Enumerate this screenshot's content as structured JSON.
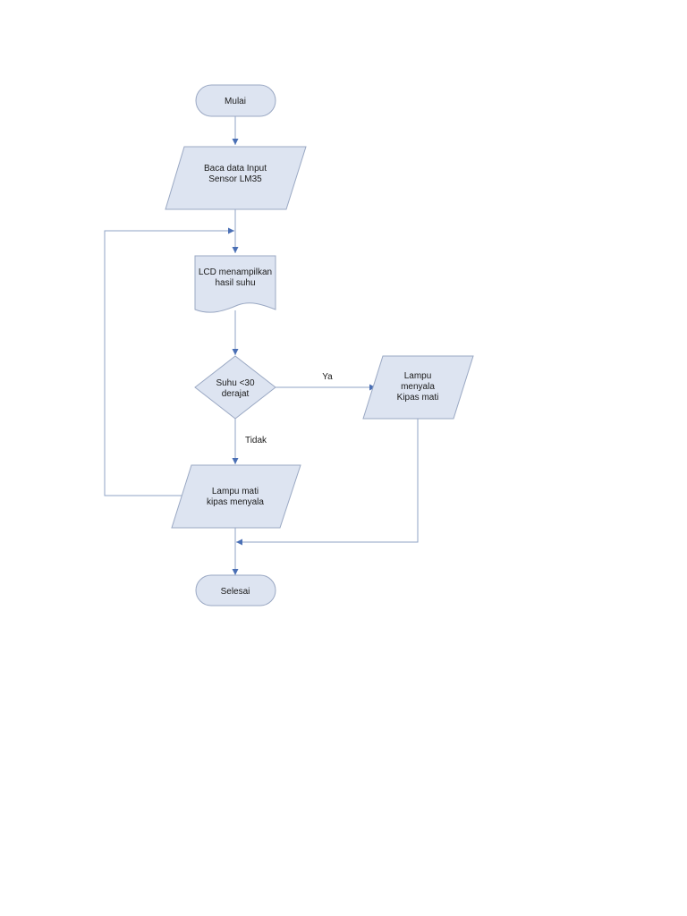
{
  "diagram": {
    "type": "flowchart",
    "colors": {
      "shape_fill": "#dde4f1",
      "shape_stroke": "#9aa8c3",
      "connector": "#8fa3c6",
      "arrowhead": "#4a6fb5",
      "text": "#1a1a1a"
    },
    "nodes": {
      "start": {
        "shape": "terminator",
        "label": "Mulai"
      },
      "read_input": {
        "shape": "data",
        "line1": "Baca data Input",
        "line2": "Sensor LM35"
      },
      "display": {
        "shape": "document",
        "line1": "LCD menampilkan",
        "line2": "hasil suhu"
      },
      "decision": {
        "shape": "decision",
        "line1": "Suhu <30",
        "line2": "derajat"
      },
      "yes_action": {
        "shape": "data",
        "line1": "Lampu",
        "line2": "menyala",
        "line3": "Kipas mati"
      },
      "no_action": {
        "shape": "data",
        "line1": "Lampu mati",
        "line2": "kipas menyala"
      },
      "end": {
        "shape": "terminator",
        "label": "Selesai"
      }
    },
    "edge_labels": {
      "yes": "Ya",
      "no": "Tidak"
    }
  }
}
